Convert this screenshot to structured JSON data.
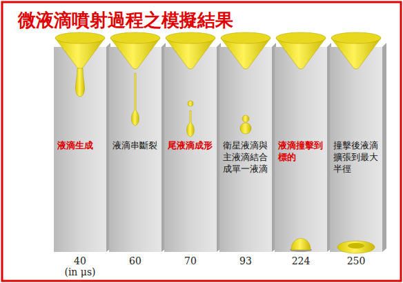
{
  "diagram": {
    "title": "微液滴噴射過程之模擬結果",
    "nodes": [
      {
        "text": [
          "液滴生成"
        ]
      },
      {
        "text": [
          "液滴串斷裂"
        ]
      },
      {
        "text": [
          "尾液滴成形"
        ]
      },
      {
        "text": [
          "衛星液滴與主液滴結合成單一液滴"
        ]
      },
      {
        "text": [
          "液滴撞擊到標的"
        ]
      },
      {
        "text": [
          "撞擊後液滴擴張到最大半徑"
        ]
      }
    ],
    "labels": [
      "40",
      "(in μs)",
      "60",
      "70",
      "93",
      "224",
      "250"
    ]
  }
}
